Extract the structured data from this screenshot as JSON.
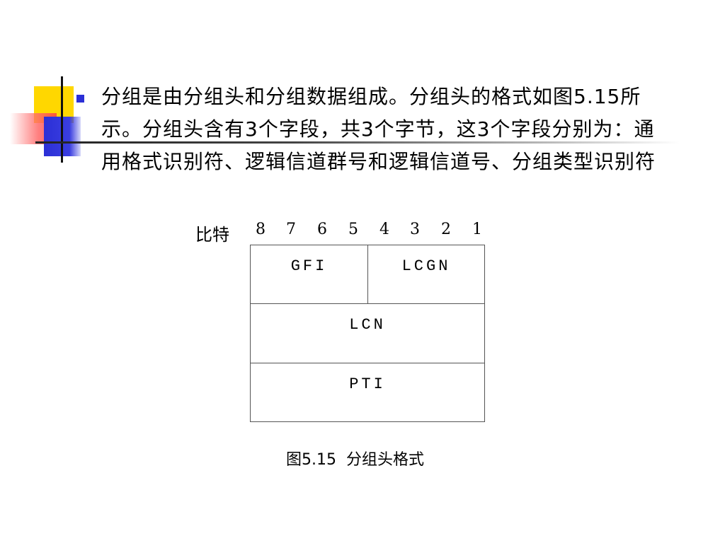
{
  "slide": {
    "paragraph": "分组是由分组头和分组数据组成。分组头的格式如图5.15所示。分组头含有3个字段，共3个字节，这3个字段分别为：通用格式识别符、逻辑信道群号和逻辑信道号、分组类型识别符"
  },
  "figure": {
    "bit_label": "比特",
    "bits": [
      "8",
      "7",
      "6",
      "5",
      "4",
      "3",
      "2",
      "1"
    ],
    "fields": {
      "gfi": "GFI",
      "lcgn": "LCGN",
      "lcn": "LCN",
      "pti": "PTI"
    },
    "caption_number": "图5.15",
    "caption_title": "分组头格式"
  },
  "colors": {
    "accent_blue": "#2b2fd6",
    "accent_yellow": "#ffd700",
    "accent_red": "#ff4040"
  }
}
